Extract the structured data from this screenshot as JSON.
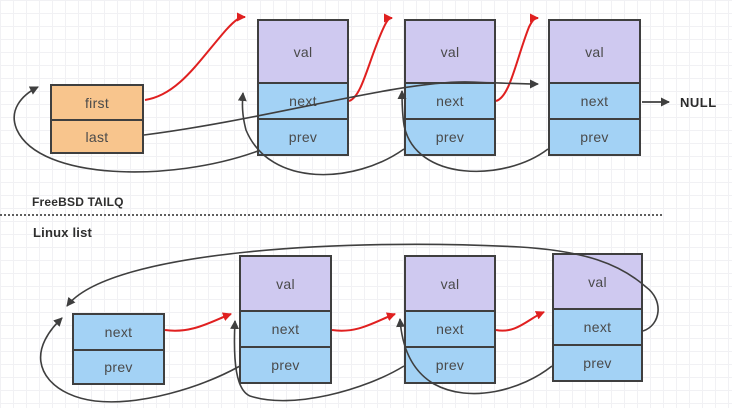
{
  "colors": {
    "head_fill": "#f8c58d",
    "val_fill": "#cfc9f0",
    "pointer_fill": "#a3d2f5",
    "box_border": "#3f3f3f",
    "red_arrow": "#e02020",
    "black_arrow": "#3f3f3f"
  },
  "tailq": {
    "section_label": "FreeBSD TAILQ",
    "null_label": "NULL",
    "head": {
      "first": "first",
      "last": "last"
    },
    "nodes": [
      {
        "val": "val",
        "next": "next",
        "prev": "prev"
      },
      {
        "val": "val",
        "next": "next",
        "prev": "prev"
      },
      {
        "val": "val",
        "next": "next",
        "prev": "prev"
      }
    ]
  },
  "linux": {
    "section_label": "Linux list",
    "head": {
      "next": "next",
      "prev": "prev"
    },
    "nodes": [
      {
        "val": "val",
        "next": "next",
        "prev": "prev"
      },
      {
        "val": "val",
        "next": "next",
        "prev": "prev"
      },
      {
        "val": "val",
        "next": "next",
        "prev": "prev"
      }
    ]
  }
}
